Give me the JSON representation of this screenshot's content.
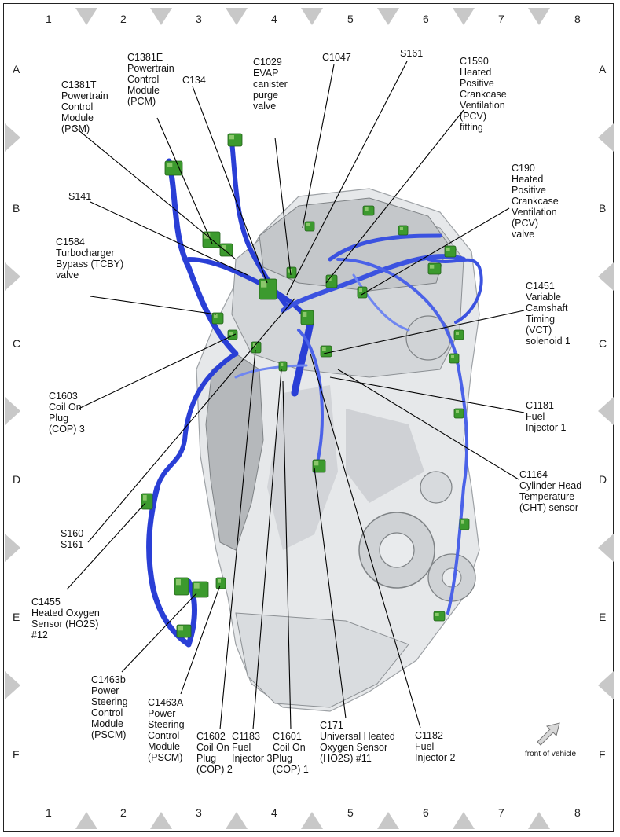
{
  "grid": {
    "columns": [
      "1",
      "2",
      "3",
      "4",
      "5",
      "6",
      "7",
      "8"
    ],
    "rows": [
      "A",
      "B",
      "C",
      "D",
      "E",
      "F"
    ]
  },
  "labels": {
    "c1381t": "C1381T\nPowertrain\nControl\nModule\n(PCM)",
    "c1381e": "C1381E\nPowertrain\nControl\nModule\n(PCM)",
    "c134": "C134",
    "c1029": "C1029\nEVAP\ncanister\npurge\nvalve",
    "c1047": "C1047",
    "s161_top": "S161",
    "c1590": "C1590\nHeated\nPositive\nCrankcase\nVentilation\n(PCV)\nfitting",
    "s141": "S141",
    "c190": "C190\nHeated\nPositive\nCrankcase\nVentilation\n(PCV)\nvalve",
    "c1584": "C1584\nTurbocharger\nBypass (TCBY)\nvalve",
    "c1451": "C1451\nVariable\nCamshaft\nTiming\n(VCT)\nsolenoid 1",
    "c1603": "C1603\nCoil On\nPlug\n(COP) 3",
    "c1181": "C1181\nFuel\nInjector 1",
    "c1164": "C1164\nCylinder Head\nTemperature\n(CHT) sensor",
    "s160_s161": "S160\nS161",
    "c1455": "C1455\nHeated Oxygen\nSensor (HO2S)\n#12",
    "c1463b": "C1463b\nPower\nSteering\nControl\nModule\n(PSCM)",
    "c1463a": "C1463A\nPower\nSteering\nControl\nModule\n(PSCM)",
    "c1602": "C1602\nCoil On\nPlug\n(COP) 2",
    "c1183": "C1183\nFuel\nInjector 3",
    "c1601": "C1601\nCoil On\nPlug\n(COP) 1",
    "c171": "C171\nUniversal Heated\nOxygen Sensor\n(HO2S) #11",
    "c1182": "C1182\nFuel\nInjector 2",
    "front_of_vehicle": "front of vehicle"
  },
  "colors": {
    "frame": "#222222",
    "triangle": "#c8c8c8",
    "engine_light": "#e4e6e8",
    "engine_mid": "#b9bcbf",
    "engine_dark": "#7f8386",
    "harness": "#2a3fd6",
    "harness_light": "#6f86f0",
    "connector": "#3c9a2e",
    "connector_light": "#9fd27a",
    "leader": "#000000"
  }
}
